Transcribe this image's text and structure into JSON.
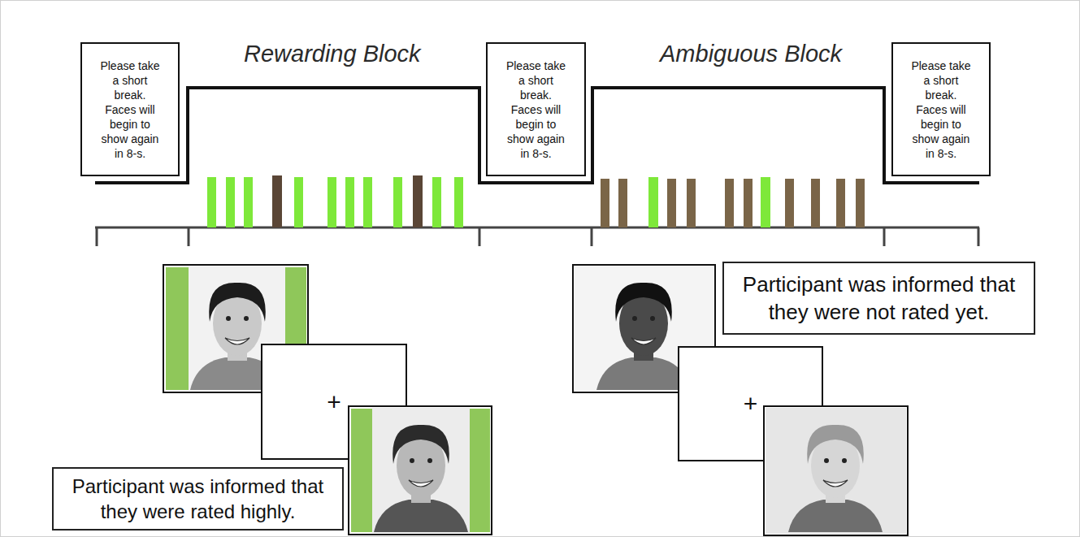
{
  "diagram": {
    "nodes": [
      {
        "text": [
          "Please take a short break. Faces will begin to show again in 8-s."
        ]
      },
      {
        "text": [
          "Please take a short break. Faces will begin to show again in 8-s."
        ]
      },
      {
        "text": [
          "Please take a short break. Faces will begin to show again in 8-s."
        ]
      },
      {
        "text": [
          "Participant was informed that they were not rated yet."
        ]
      },
      {
        "text": [
          "+"
        ]
      },
      {
        "text": [
          "+"
        ]
      },
      {
        "text": [
          "Participant was informed that they were rated highly."
        ]
      }
    ],
    "labels": [
      "Rewarding Block",
      "Ambiguous Block"
    ]
  }
}
